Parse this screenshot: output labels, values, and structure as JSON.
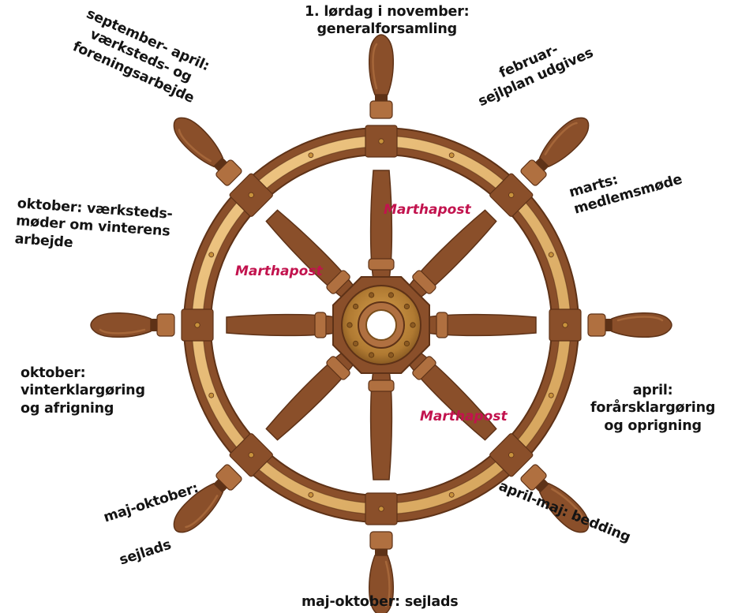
{
  "colors": {
    "wood": "#8a4f2a",
    "wood_dark": "#5e3217",
    "wood_light": "#b07040",
    "rim_inlay": "#e1b368",
    "brass": "#c8923c",
    "brand": "#c2134e"
  },
  "brand_label": "Marthapost",
  "labels": {
    "top": [
      "1. lørdag i november:",
      "generalforsamling"
    ],
    "top_left": [
      "september- april:",
      "værksteds- og",
      "foreningsarbejde"
    ],
    "top_right": [
      "februar-",
      "sejlplan udgives"
    ],
    "right_upper": [
      "marts:",
      "medlemsmøde"
    ],
    "left_upper": [
      "oktober: værksteds-",
      "møder om vinterens",
      "arbejde"
    ],
    "left_lower": [
      "oktober:",
      "vinterklargøring",
      "og afrigning"
    ],
    "right_lower": [
      "april:",
      "forårsklargøring",
      "og oprigning"
    ],
    "bottom_right": [
      "april-maj: bedding"
    ],
    "bottom_left": [
      "maj-oktober:",
      "sejlads"
    ],
    "bottom": [
      "maj-oktober: sejlads"
    ]
  }
}
